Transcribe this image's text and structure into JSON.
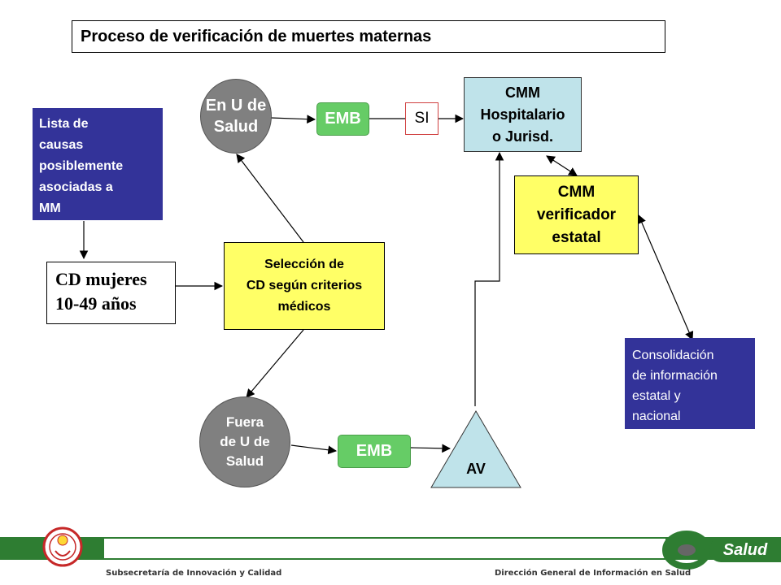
{
  "title": "Proceso  de verificación de muertes maternas",
  "nodes": {
    "lista": [
      "Lista de",
      "causas",
      "posiblemente",
      "asociadas a",
      "MM"
    ],
    "cd_mujeres": [
      "CD mujeres",
      "10-49 años"
    ],
    "seleccion": [
      "Selección de",
      "CD según criterios",
      "médicos"
    ],
    "en_u": [
      "En U de",
      "Salud"
    ],
    "fuera": [
      "Fuera",
      "de U de",
      "Salud"
    ],
    "emb_top": "EMB",
    "emb_bottom": "EMB",
    "si": "SI",
    "av": "AV",
    "cmm_hosp": [
      "CMM",
      "Hospitalario",
      "o Jurisd."
    ],
    "cmm_verif": [
      "CMM",
      "verificador",
      "estatal"
    ],
    "consolidacion": [
      "Consolidación",
      "de información",
      "estatal y",
      "nacional"
    ]
  },
  "colors": {
    "yellow": "#ffff66",
    "navy": "#333399",
    "green": "#66cc66",
    "gray": "#808080",
    "lightblue": "#bfe3ea",
    "footer_green": "#2e7d32"
  },
  "footer": {
    "left": "Subsecretaría de Innovación y Calidad",
    "right": "Dirección General de Información en Salud",
    "logo_right_text": "Salud"
  }
}
